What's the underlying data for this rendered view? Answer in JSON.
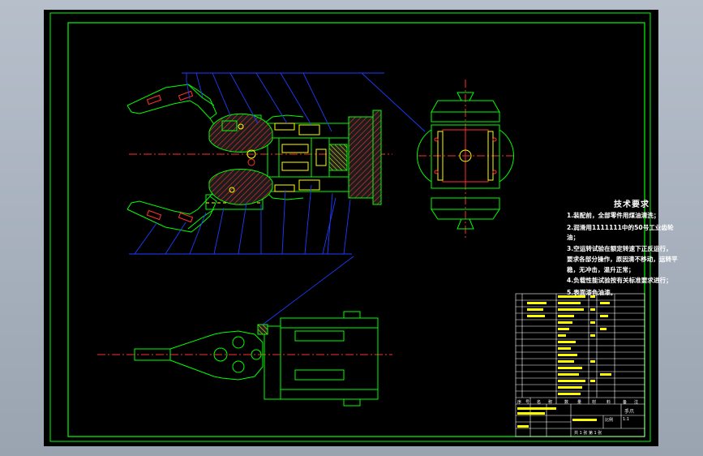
{
  "technical_requirements": {
    "title": "技术要求",
    "lines": [
      "1.装配前，全部零件用煤油清洗；",
      "2.润滑用1111111中的50号工业齿轮",
      "油；",
      "3.空运转试验在额定转速下正反运行，",
      "要求各部分操作，原因清不移动，运转平",
      "稳，无冲击，温升正常；",
      "4.负载性能试验按有关标准要求进行；",
      "5.表面漆色油漆。"
    ]
  },
  "title_block": {
    "drawing_name": "手爪",
    "header_cells": [
      "序",
      "号",
      "名",
      "称",
      "数",
      "量",
      "材",
      "料",
      "备",
      "注"
    ],
    "scale_label": "比例",
    "scale_value": "1:1",
    "sheet_label": "共 1 张 第 1 张"
  },
  "colors": {
    "drawing_lines": "#00ff00",
    "section_fill": "#ff3030",
    "leaders": "#1e3cff",
    "center_lines": "#ff3030",
    "yellow_parts": "#ffff00",
    "text": "#ffffff",
    "workspace": "#000000",
    "window_chrome": "#a8b1bd"
  }
}
